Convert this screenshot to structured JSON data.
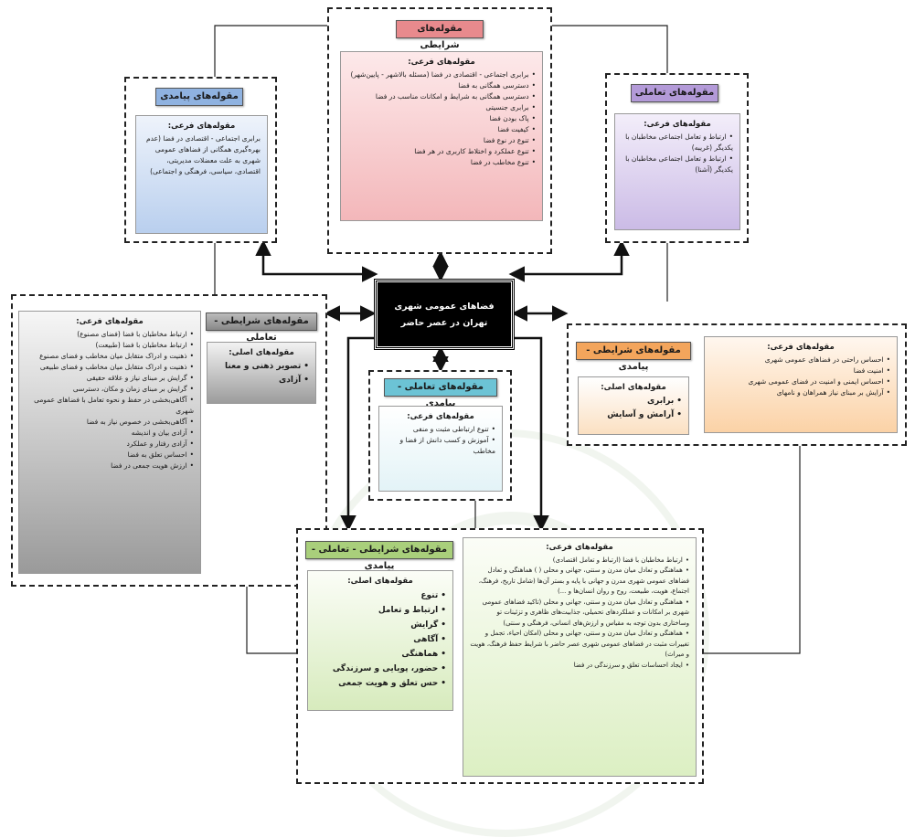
{
  "center": {
    "line1": "فضاهای عمومی شهری",
    "line2": "تهران در عصر حاضر"
  },
  "boxes": {
    "conditional": {
      "title": "مقوله‌های شرایطی",
      "sub_head": "مقوله‌های فرعی:",
      "items": [
        "برابری اجتماعی - اقتصادی در فضا (مسئله بالاشهر - پایین‌شهر)",
        "دسترسی همگانی به فضا",
        "دسترسی همگانی به شرایط و امکانات مناسب در فضا",
        "برابری جنسیتی",
        "پاک بودن فضا",
        "کیفیت فضا",
        "تنوع در نوع فضا",
        "تنوع عملکرد و اختلاط کاربری در هر فضا",
        "تنوع مخاطب در فضا"
      ],
      "color": "#e88a8d"
    },
    "consequential": {
      "title": "مقوله‌های پیامدی",
      "sub_head": "مقوله‌های فرعی:",
      "text": "برابری اجتماعی - اقتصادی در فضا (عدم بهره‌گیری همگانی از فضاهای عمومی شهری به علت معضلات مدیریتی، اقتصادی، سیاسی، فرهنگی و اجتماعی)",
      "color": "#8fb2e0"
    },
    "interactional": {
      "title": "مقوله‌های تعاملی",
      "sub_head": "مقوله‌های فرعی:",
      "items": [
        "ارتباط و تعامل اجتماعی مخاطبان با یکدیگر (غریبه)",
        "ارتباط و تعامل اجتماعی مخاطبان با یکدیگر (آشنا)"
      ],
      "color": "#b39ad8"
    },
    "cond_inter": {
      "title": "مقوله‌های شرایطی - تعاملی",
      "sub_head": "مقوله‌های فرعی:",
      "items": [
        "ارتباط مخاطبان با فضا (فضای مصنوع)",
        "ارتباط مخاطبان با فضا (طبیعت)",
        "ذهنیت و ادراک متقابل میان مخاطب و فضای مصنوع",
        "ذهنیت و ادراک متقابل میان مخاطب و فضای طبیعی",
        "گرایش بر مبنای نیاز و علاقه حقیقی",
        "گرایش بر مبنای زمان و مکان، دسترسی",
        "آگاهی‌بخشی در حفظ و نحوه تعامل با فضاهای عمومی شهری",
        "آگاهی‌بخشی در خصوص نیاز به فضا",
        "آزادی بیان و اندیشه",
        "آزادی رفتار و عملکرد",
        "احساس تعلق به فضا",
        "ارزش هویت جمعی در فضا"
      ],
      "main_head": "مقوله‌های اصلی:",
      "main_items": [
        "تصویر ذهنی و معنا",
        "آزادی"
      ],
      "color": "#9a9a9a"
    },
    "cond_cons": {
      "title": "مقوله‌های شرایطی - پیامدی",
      "sub_head": "مقوله‌های فرعی:",
      "items": [
        "احساس راحتی در فضاهای عمومی شهری",
        "امنیت فضا",
        "احساس ایمنی و امنیت در فضای عمومی شهری",
        "آرایش بر مبنای نیاز همراهان و نامهای"
      ],
      "main_head": "مقوله‌های اصلی:",
      "main_items": [
        "برابری",
        "آرامش و آسایش"
      ],
      "color": "#f3a55c"
    },
    "inter_cons": {
      "title": "مقوله‌های تعاملی - پیامدی",
      "sub_head": "مقوله‌های فرعی:",
      "items": [
        "تنوع ارتباطی مثبت و منفی",
        "آموزش و کسب دانش از فضا و مخاطب"
      ],
      "color": "#6cc3d5"
    },
    "all": {
      "title": "مقوله‌های شرایطی - تعاملی - پیامدی",
      "sub_head": "مقوله‌های فرعی:",
      "items": [
        "ارتباط مخاطبان با فضا (ارتباط و تعامل اقتصادی)",
        "هماهنگی و تعادل میان مدرن و سنتی، جهانی و محلی ( ) هماهنگی و تعادل فضاهای عمومی شهری مدرن و جهانی با پایه و بستر آن‌ها (شامل تاریخ، فرهنگ، اجتماع، هویت، طبیعت، روح و روان انسان‌ها و ...)",
        "هماهنگی و تعادل میان مدرن و سنتی، جهانی و محلی (تاکید فضاهای عمومی شهری بر امکانات و عملکردهای تحمیلی، جذابیت‌های ظاهری و تزئینات تو وساختاری بدون توجه به مقیاس و ارزش‌های انسانی، فرهنگی و سنتی)",
        "هماهنگی و تعادل میان مدرن و سنتی، جهانی و محلی (امکان احیاء، تجمل و تغییرات مثبت در فضاهای عمومی شهری عصر حاضر با شرایط حفظ فرهنگ، هویت و میراث)",
        "ایجاد احساسات تعلق و سرزندگی در فضا"
      ],
      "main_head": "مقوله‌های اصلی:",
      "main_items": [
        "تنوع",
        "ارتباط و تعامل",
        "گرایش",
        "آگاهی",
        "هماهنگی",
        "حضور، پویایی و سرزندگی",
        "حس تعلق و هویت جمعی"
      ],
      "color": "#a9cf7b"
    }
  }
}
